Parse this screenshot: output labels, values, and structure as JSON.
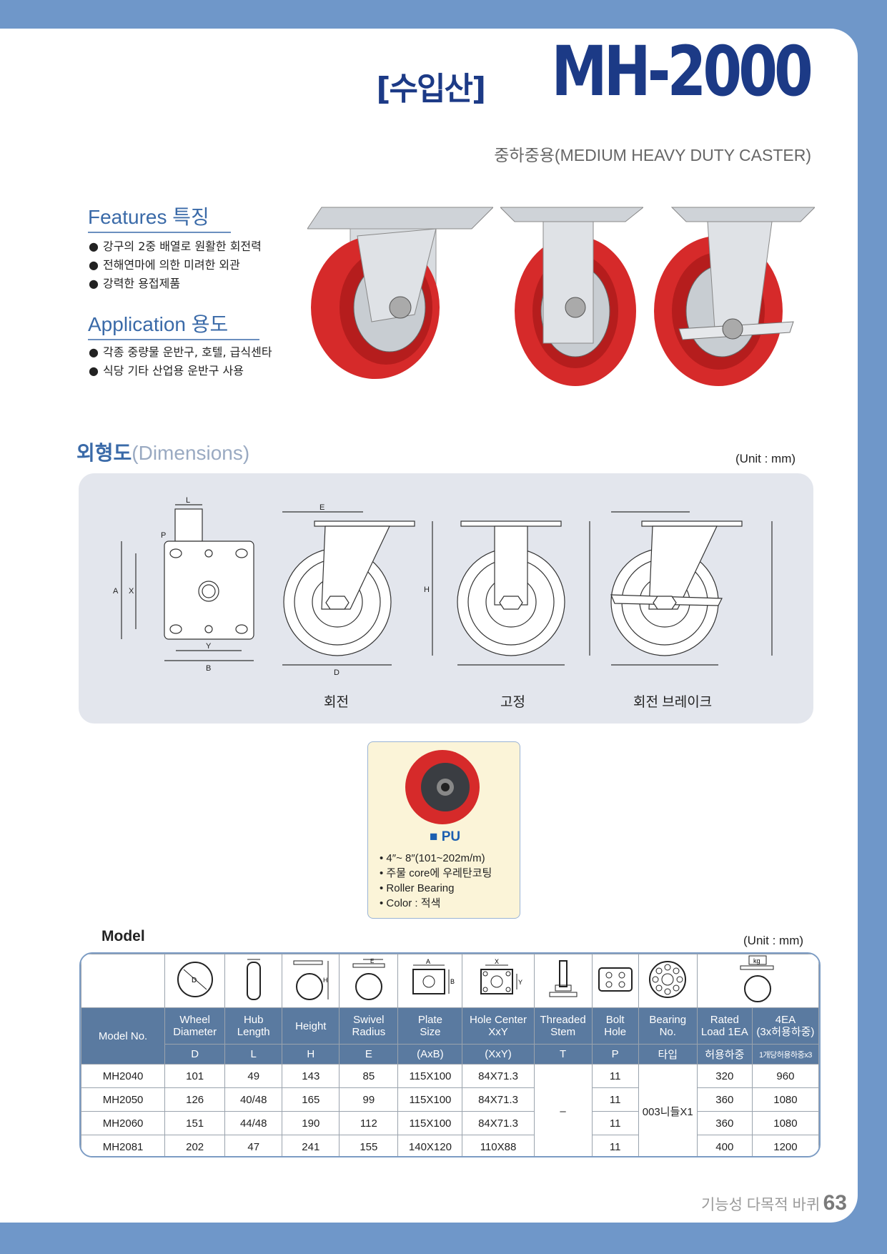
{
  "title": {
    "prefix": "[수입산]",
    "main": "MH-2000",
    "subtitle": "중하중용(MEDIUM HEAVY DUTY CASTER)"
  },
  "features": {
    "heading": "Features 특징",
    "items": [
      "강구의 2중 배열로 원활한 회전력",
      "전해연마에 의한 미려한 외관",
      "강력한 용접제품"
    ]
  },
  "application": {
    "heading": "Application 용도",
    "items": [
      "각종 중량물 운반구, 호텔, 급식센타",
      "식당 기타 산업용 운반구 사용"
    ]
  },
  "dimensions": {
    "title_ko": "외형도",
    "title_en": "(Dimensions)",
    "unit": "(Unit : mm)",
    "captions": [
      "회전",
      "고정",
      "회전 브레이크"
    ],
    "letters": {
      "L": "L",
      "P": "P",
      "A": "A",
      "X": "X",
      "Y": "Y",
      "B": "B",
      "E": "E",
      "H": "H",
      "D": "D"
    }
  },
  "pu": {
    "name": "■ PU",
    "items": [
      "4″~ 8″(101~202m/m)",
      "주물 core에 우레탄코팅",
      "Roller Bearing",
      "Color : 적색"
    ]
  },
  "model": {
    "label": "Model",
    "unit": "(Unit : mm)",
    "icon_letters": {
      "d": "D",
      "h": "H",
      "e": "E",
      "a": "A",
      "b": "B",
      "x": "X",
      "y": "Y",
      "kg": "kg"
    },
    "headers": [
      "Model No.",
      "Wheel\nDiameter",
      "Hub\nLength",
      "Height",
      "Swivel\nRadius",
      "Plate\nSize",
      "Hole Center\nXxY",
      "Threaded\nStem",
      "Bolt\nHole",
      "Bearing\nNo.",
      "Rated\nLoad 1EA",
      "4EA\n(3x허용하중)"
    ],
    "symbols": [
      "D",
      "L",
      "H",
      "E",
      "(AxB)",
      "(XxY)",
      "T",
      "P",
      "타입",
      "허용하중",
      "1개당허용하중x3"
    ],
    "rows": [
      {
        "model": "MH2040",
        "d": "101",
        "l": "49",
        "h": "143",
        "e": "85",
        "plate": "115X100",
        "hole": "84X71.3",
        "p": "11",
        "load": "320",
        "load4": "960"
      },
      {
        "model": "MH2050",
        "d": "126",
        "l": "40/48",
        "h": "165",
        "e": "99",
        "plate": "115X100",
        "hole": "84X71.3",
        "p": "11",
        "load": "360",
        "load4": "1080"
      },
      {
        "model": "MH2060",
        "d": "151",
        "l": "44/48",
        "h": "190",
        "e": "112",
        "plate": "115X100",
        "hole": "84X71.3",
        "p": "11",
        "load": "360",
        "load4": "1080"
      },
      {
        "model": "MH2081",
        "d": "202",
        "l": "47",
        "h": "241",
        "e": "155",
        "plate": "140X120",
        "hole": "110X88",
        "p": "11",
        "load": "400",
        "load4": "1200"
      }
    ],
    "stem_merged": "–",
    "bearing_merged": "003니들X1"
  },
  "footer": {
    "text": "기능성 다목적 바퀴",
    "page": "63"
  },
  "colors": {
    "brand": "#1c3a86",
    "accent": "#3a6aa8",
    "wheel": "#d62a2a",
    "table_header": "#5a7aa0"
  }
}
